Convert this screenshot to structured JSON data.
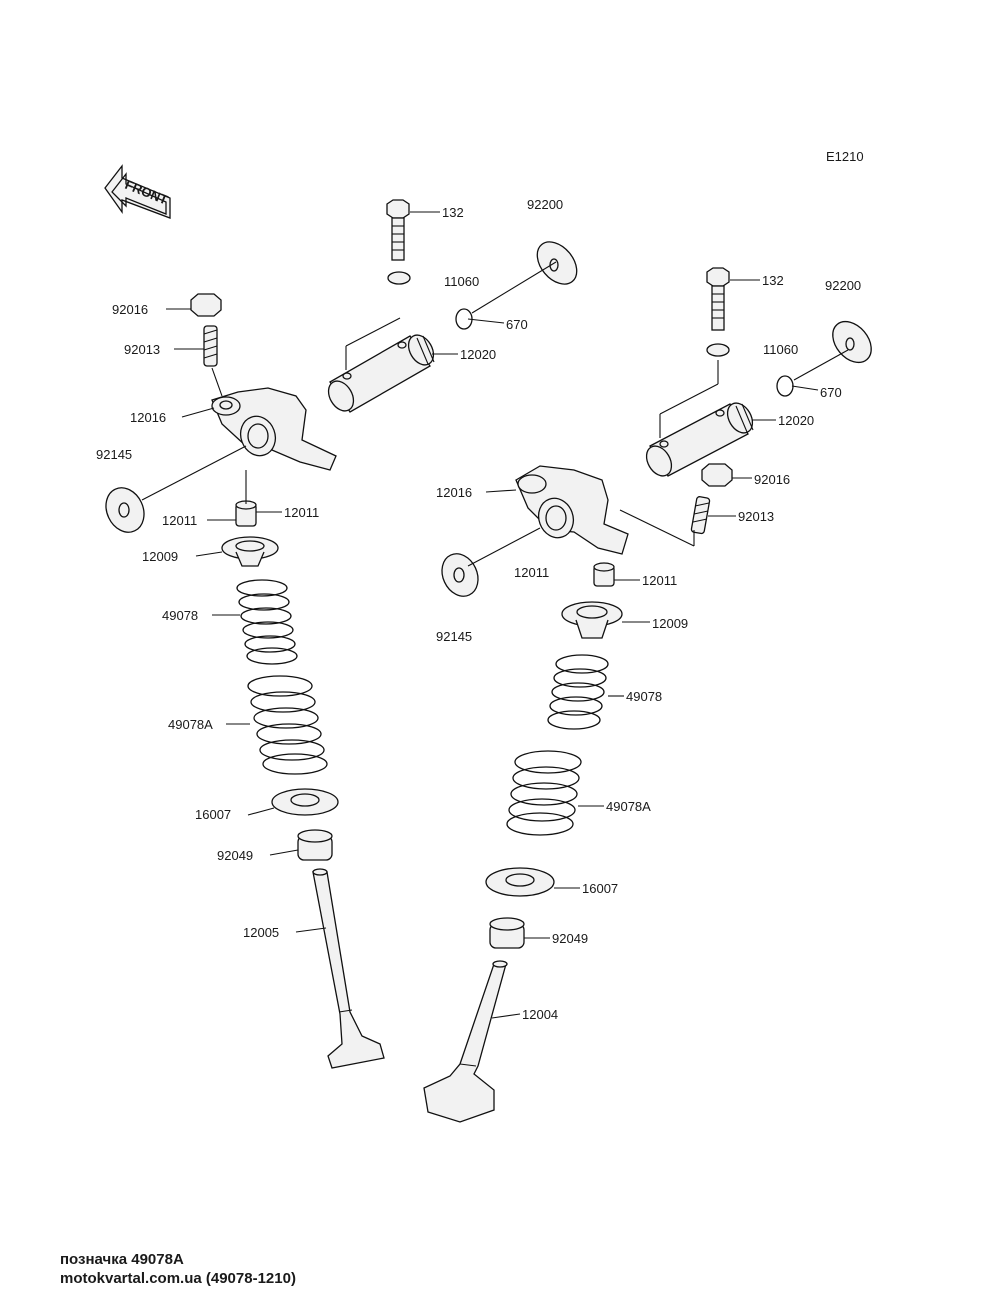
{
  "diagram_code": "E1210",
  "front_label": "FRONT",
  "labels": {
    "l_132_a": "132",
    "l_92200_a": "92200",
    "l_11060_a": "11060",
    "l_670_a": "670",
    "l_12020_a": "12020",
    "l_92016_a": "92016",
    "l_92013_a": "92013",
    "l_12016_a": "12016",
    "l_92145_a": "92145",
    "l_12011_a1": "12011",
    "l_12011_a2": "12011",
    "l_12009_a": "12009",
    "l_49078_a": "49078",
    "l_49078A_a": "49078A",
    "l_16007_a": "16007",
    "l_92049_a": "92049",
    "l_12005": "12005",
    "l_132_b": "132",
    "l_92200_b": "92200",
    "l_11060_b": "11060",
    "l_670_b": "670",
    "l_12020_b": "12020",
    "l_92016_b": "92016",
    "l_12016_b": "12016",
    "l_92013_b": "92013",
    "l_12011_b1": "12011",
    "l_12011_b2": "12011",
    "l_92145_b": "92145",
    "l_12009_b": "12009",
    "l_49078_b": "49078",
    "l_49078A_b": "49078A",
    "l_16007_b": "16007",
    "l_92049_b": "92049",
    "l_12004": "12004"
  },
  "footer": {
    "line1": "позначка 49078A",
    "line2": "motokvartal.com.ua (49078-1210)"
  }
}
